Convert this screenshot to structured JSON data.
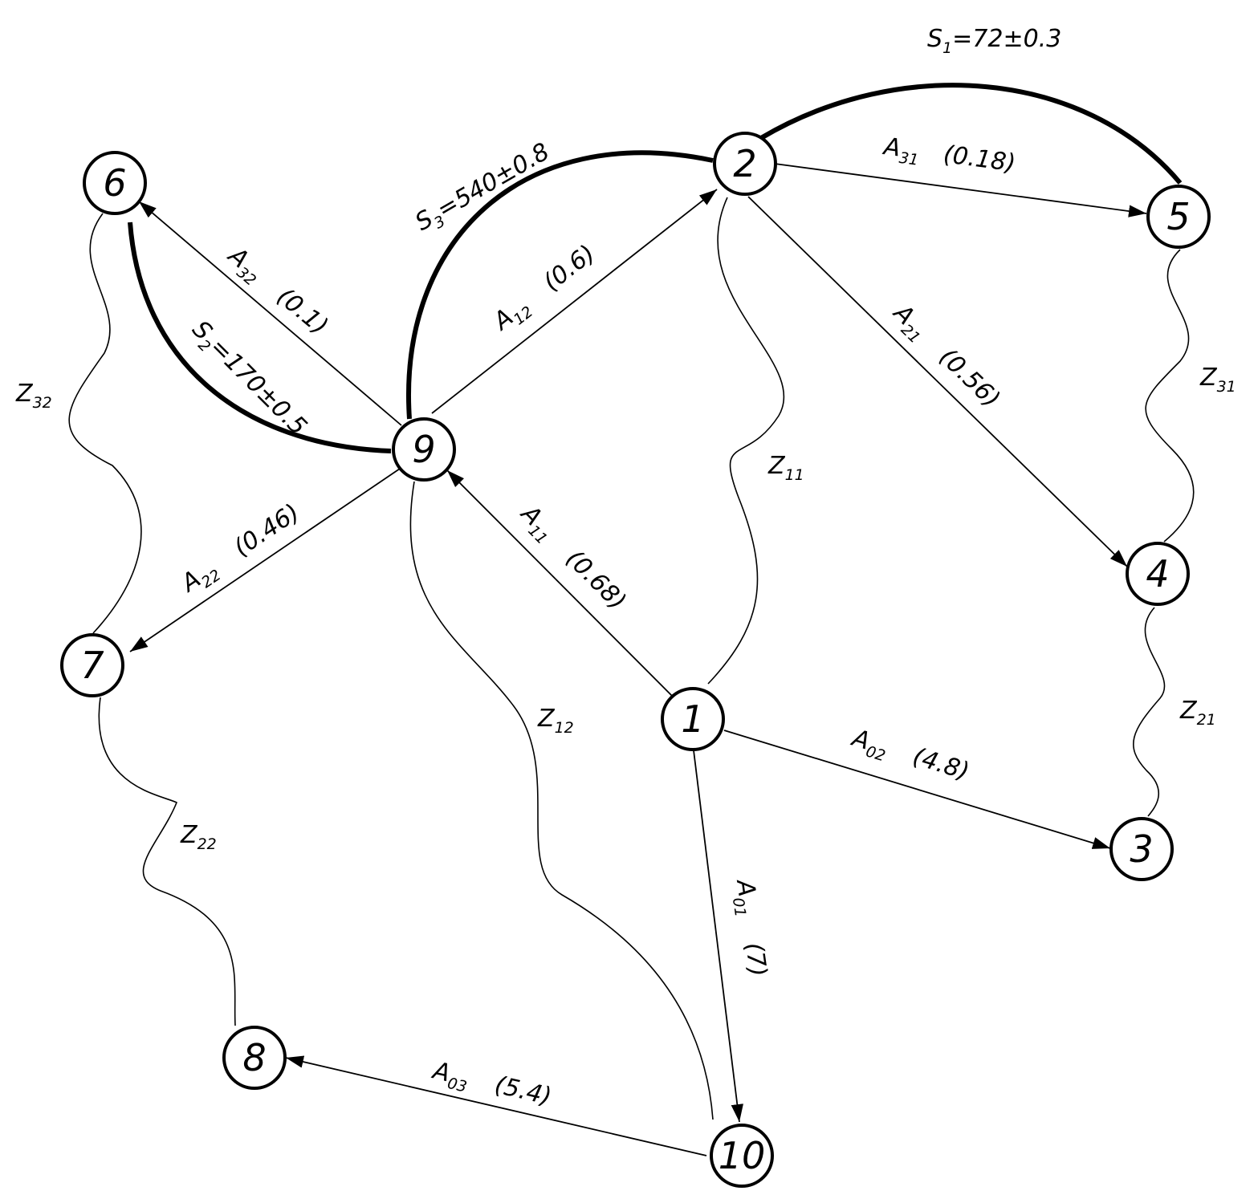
{
  "nodes": [
    {
      "id": "1",
      "label": "1"
    },
    {
      "id": "2",
      "label": "2"
    },
    {
      "id": "3",
      "label": "3"
    },
    {
      "id": "4",
      "label": "4"
    },
    {
      "id": "5",
      "label": "5"
    },
    {
      "id": "6",
      "label": "6"
    },
    {
      "id": "7",
      "label": "7"
    },
    {
      "id": "8",
      "label": "8"
    },
    {
      "id": "9",
      "label": "9"
    },
    {
      "id": "10",
      "label": "10"
    }
  ],
  "links": [
    {
      "id": "a01",
      "from": "1",
      "to": "10",
      "letter": "A",
      "sub": "01",
      "value": "(7)"
    },
    {
      "id": "a02",
      "from": "1",
      "to": "3",
      "letter": "A",
      "sub": "02",
      "value": "(4.8)"
    },
    {
      "id": "a03",
      "from": "10",
      "to": "8",
      "letter": "A",
      "sub": "03",
      "value": "(5.4)"
    },
    {
      "id": "a11",
      "from": "1",
      "to": "9",
      "letter": "A",
      "sub": "11",
      "value": "(0.68)"
    },
    {
      "id": "a12",
      "from": "9",
      "to": "2",
      "letter": "A",
      "sub": "12",
      "value": "(0.6)"
    },
    {
      "id": "a21",
      "from": "2",
      "to": "4",
      "letter": "A",
      "sub": "21",
      "value": "(0.56)"
    },
    {
      "id": "a22",
      "from": "9",
      "to": "7",
      "letter": "A",
      "sub": "22",
      "value": "(0.46)"
    },
    {
      "id": "a31",
      "from": "2",
      "to": "5",
      "letter": "A",
      "sub": "31",
      "value": "(0.18)"
    },
    {
      "id": "a32",
      "from": "9",
      "to": "6",
      "letter": "A",
      "sub": "32",
      "value": "(0.1)"
    }
  ],
  "wavy": [
    {
      "id": "z11",
      "between": [
        "1",
        "2"
      ],
      "letter": "Z",
      "sub": "11"
    },
    {
      "id": "z12",
      "between": [
        "9",
        "10"
      ],
      "letter": "Z",
      "sub": "12"
    },
    {
      "id": "z21",
      "between": [
        "3",
        "4"
      ],
      "letter": "Z",
      "sub": "21"
    },
    {
      "id": "z22",
      "between": [
        "7",
        "8"
      ],
      "letter": "Z",
      "sub": "22"
    },
    {
      "id": "z31",
      "between": [
        "4",
        "5"
      ],
      "letter": "Z",
      "sub": "31"
    },
    {
      "id": "z32",
      "between": [
        "6",
        "7"
      ],
      "letter": "Z",
      "sub": "32"
    }
  ],
  "dimensions": [
    {
      "id": "s1",
      "between": [
        "2",
        "5"
      ],
      "letter": "S",
      "sub": "1",
      "value": "=72±0.3"
    },
    {
      "id": "s2",
      "between": [
        "9",
        "6"
      ],
      "letter": "S",
      "sub": "2",
      "value": "=170±0.5"
    },
    {
      "id": "s3",
      "between": [
        "9",
        "2"
      ],
      "letter": "S",
      "sub": "3",
      "value": "=540±0.8"
    }
  ]
}
